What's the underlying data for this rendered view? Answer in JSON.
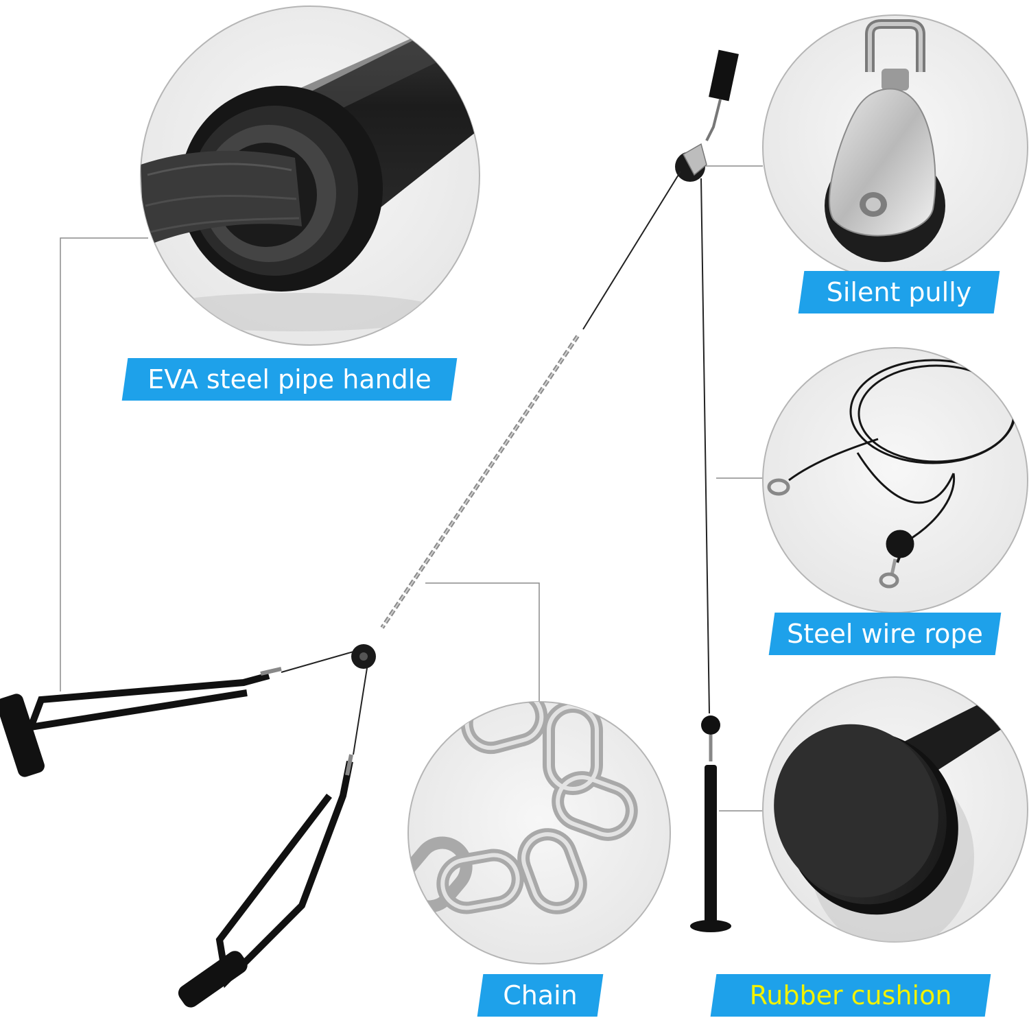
{
  "labels": {
    "handle": "EVA steel pipe handle",
    "pully": "Silent pully",
    "wire": "Steel wire rope",
    "chain": "Chain",
    "cushion": "Rubber cushion"
  },
  "colors": {
    "label_bg": "#1ea1ea",
    "label_text": "#ffffff",
    "cushion_text": "#f2f200",
    "circle_border": "#b5b5b5",
    "circle_bg": "#f0f0f0",
    "leader_line": "#8a8a8a"
  }
}
